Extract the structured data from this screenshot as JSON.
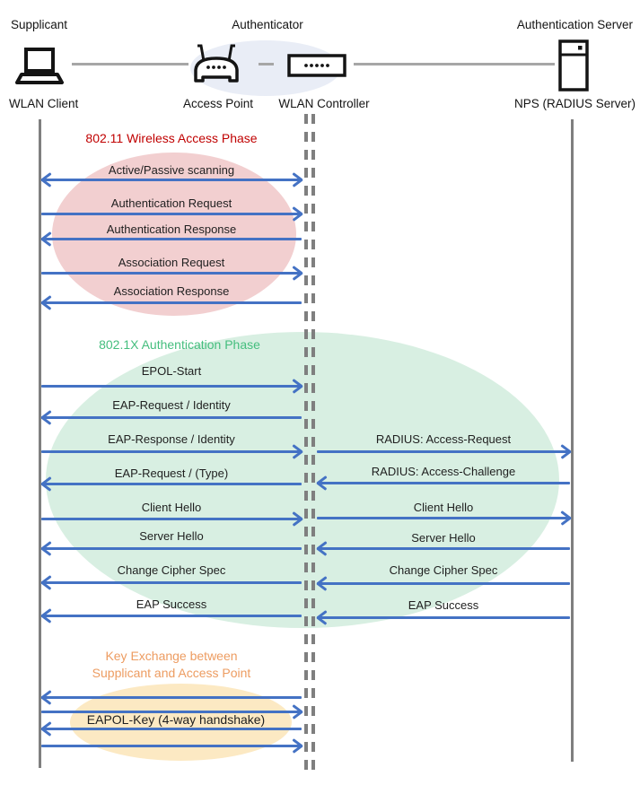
{
  "header": {
    "role_supplicant": "Supplicant",
    "role_authenticator": "Authenticator",
    "role_auth_server": "Authentication Server"
  },
  "devices": {
    "wlan_client": "WLAN Client",
    "access_point": "Access Point",
    "wlan_controller": "WLAN Controller",
    "nps": "NPS (RADIUS Server)"
  },
  "phases": {
    "phase1": {
      "title": "802.11 Wireless Access Phase",
      "title_color": "#C00000",
      "ellipse_color": "#F2CFD0"
    },
    "phase2": {
      "title": "802.1X Authentication Phase",
      "title_color": "#45BE7E",
      "ellipse_color": "#D8EFE2"
    },
    "phase3": {
      "title_line1": "Key Exchange between",
      "title_line2": "Supplicant and Access Point",
      "title_color": "#ED9C61",
      "ellipse_color": "#FCE9C3"
    }
  },
  "sequence": {
    "phase1_messages": [
      {
        "label": "Active/Passive scanning",
        "direction": "bidirectional"
      },
      {
        "label": "Authentication Request",
        "direction": "right"
      },
      {
        "label": "Authentication Response",
        "direction": "left"
      },
      {
        "label": "Association Request",
        "direction": "right"
      },
      {
        "label": "Association Response",
        "direction": "left"
      }
    ],
    "phase2_left_messages": [
      {
        "label": "EPOL-Start",
        "direction": "right"
      },
      {
        "label": "EAP-Request / Identity",
        "direction": "left"
      },
      {
        "label": "EAP-Response / Identity",
        "direction": "right"
      },
      {
        "label": "EAP-Request / (Type)",
        "direction": "left"
      },
      {
        "label": "Client Hello",
        "direction": "right"
      },
      {
        "label": "Server Hello",
        "direction": "left"
      },
      {
        "label": "Change Cipher Spec",
        "direction": "left"
      },
      {
        "label": "EAP Success",
        "direction": "left"
      }
    ],
    "phase2_right_messages": [
      {
        "label": "RADIUS: Access-Request",
        "direction": "right"
      },
      {
        "label": "RADIUS: Access-Challenge",
        "direction": "left"
      },
      {
        "label": "Client Hello",
        "direction": "right"
      },
      {
        "label": "Server Hello",
        "direction": "left"
      },
      {
        "label": "Change Cipher Spec",
        "direction": "left"
      },
      {
        "label": "EAP Success",
        "direction": "left"
      }
    ],
    "phase3": {
      "handshake_label": "EAPOL-Key (4-way handshake)",
      "arrow_directions": [
        "left",
        "right",
        "left",
        "right"
      ]
    }
  },
  "colors": {
    "arrow_blue": "#4472C4",
    "lifeline_gray": "#7F7F7F",
    "connector_gray": "#A6A6A6",
    "authenticator_ellipse": "#E9EDF6"
  }
}
